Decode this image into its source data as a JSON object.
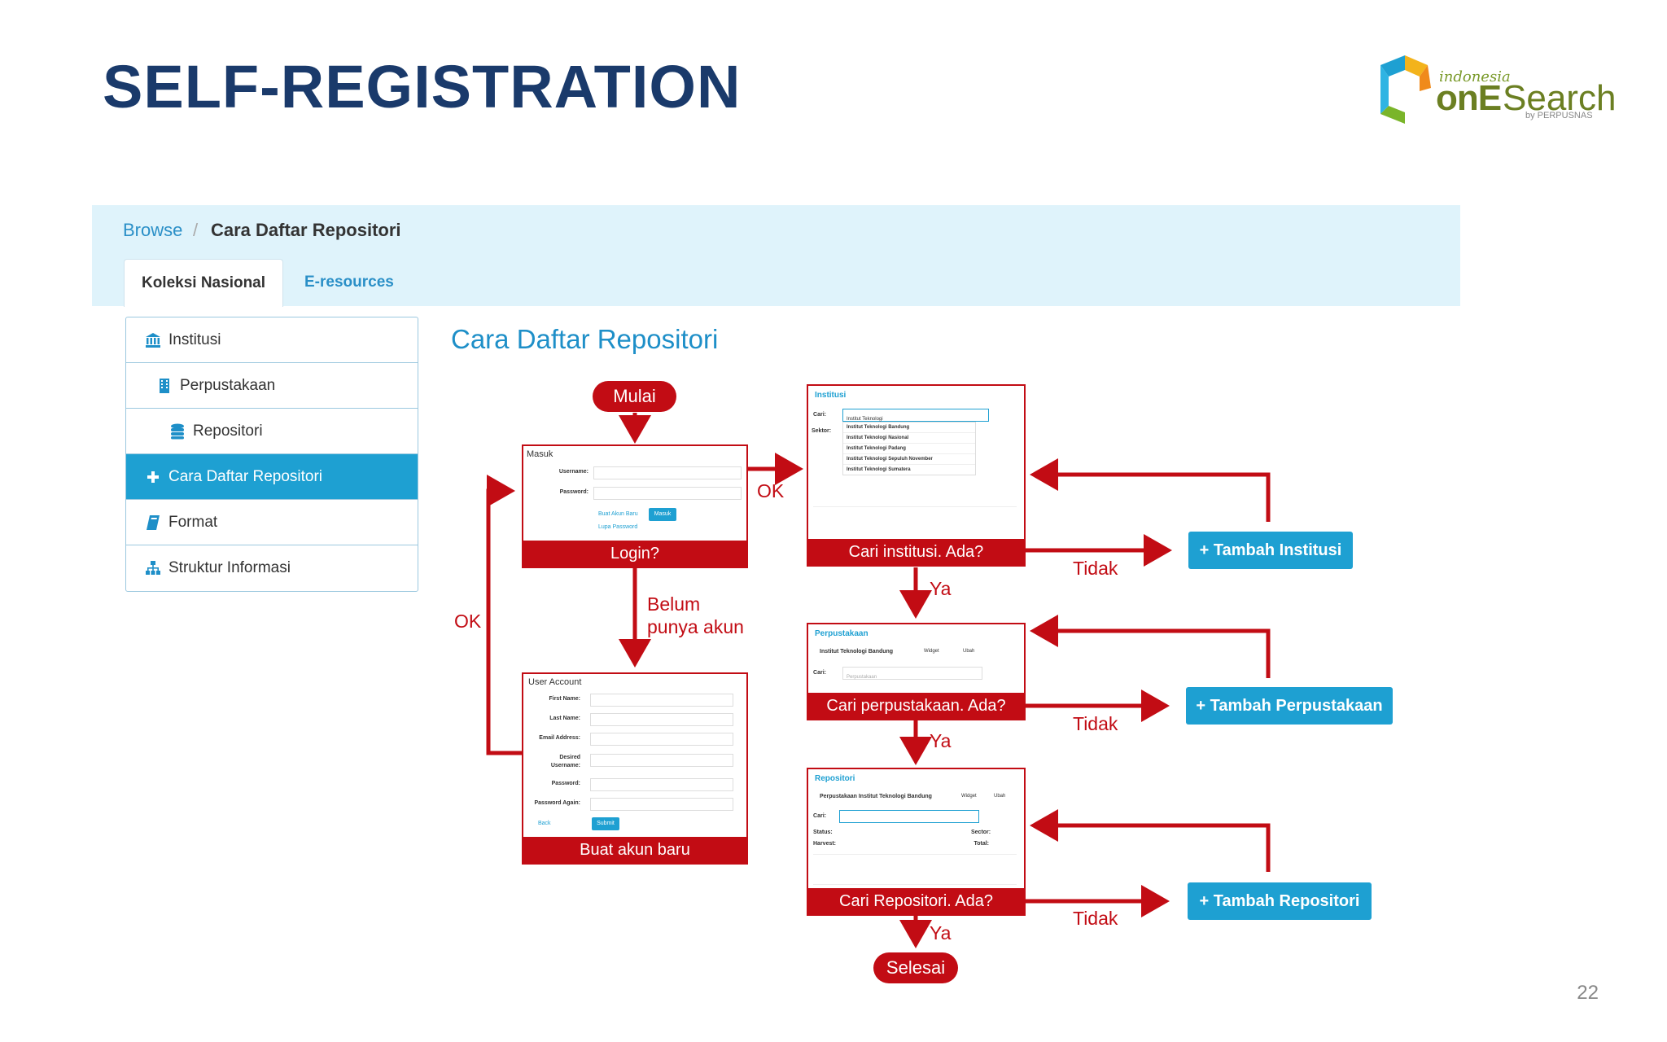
{
  "slide": {
    "title": "SELF-REGISTRATION",
    "page_number": "22",
    "logo": {
      "indonesia": "indonesia",
      "one": "onE",
      "search": "Search",
      "by": "by PERPUSNAS"
    }
  },
  "breadcrumb": {
    "browse": "Browse",
    "separator": "/",
    "current": "Cara Daftar Repositori"
  },
  "tabs": [
    {
      "label": "Koleksi Nasional"
    },
    {
      "label": "E-resources"
    }
  ],
  "sidebar": {
    "items": [
      {
        "label": "Institusi",
        "icon": "bank-icon"
      },
      {
        "label": "Perpustakaan",
        "icon": "building-icon"
      },
      {
        "label": "Repositori",
        "icon": "database-icon"
      },
      {
        "label": "Cara Daftar Repositori",
        "icon": "plus-icon",
        "active": true
      },
      {
        "label": "Format",
        "icon": "book-icon"
      },
      {
        "label": "Struktur Informasi",
        "icon": "sitemap-icon"
      }
    ]
  },
  "content": {
    "title": "Cara Daftar Repositori"
  },
  "flow": {
    "start": "Mulai",
    "end": "Selesai",
    "login_caption": "Login?",
    "create_caption": "Buat akun baru",
    "institusi_caption": "Cari institusi. Ada?",
    "perpustakaan_caption": "Cari perpustakaan. Ada?",
    "repositori_caption": "Cari Repositori. Ada?",
    "ok": "OK",
    "ok_left": "OK",
    "belum": "Belum",
    "punya_akun": "punya akun",
    "ya": "Ya",
    "tidak": "Tidak",
    "btn_institusi": "Tambah Institusi",
    "btn_perpustakaan": "Tambah Perpustakaan",
    "btn_repositori": "Tambah Repositori",
    "login_form": {
      "title": "Masuk",
      "username": "Username:",
      "password": "Password:",
      "new_account": "Buat Akun Baru",
      "forgot": "Lupa Password",
      "submit": "Masuk"
    },
    "account_form": {
      "title": "User Account",
      "first_name": "First Name:",
      "last_name": "Last Name:",
      "email": "Email Address:",
      "desired": "Desired",
      "username": "Username:",
      "password": "Password:",
      "password_again": "Password Again:",
      "back": "Back",
      "submit": "Submit"
    },
    "institusi_screen": {
      "title": "Institusi",
      "cari": "Cari:",
      "sektor": "Sektor:",
      "search_value": "Institut Teknologi",
      "suggestions": [
        "Institut Teknologi Bandung",
        "Institut Teknologi Nasional",
        "Institut Teknologi Padang",
        "Institut Teknologi Sepuluh November",
        "Institut Teknologi Sumatera"
      ]
    },
    "perpustakaan_screen": {
      "title": "Perpustakaan",
      "subtitle": "Institut Teknologi Bandung",
      "widget": "Widget",
      "ubah": "Ubah",
      "cari": "Cari:",
      "placeholder": "Perpustakaan"
    },
    "repositori_screen": {
      "title": "Repositori",
      "subtitle": "Perpustakaan Institut Teknologi Bandung",
      "widget": "Widget",
      "ubah": "Ubah",
      "cari": "Cari:",
      "status": "Status:",
      "harvest": "Harvest:",
      "sector": "Sector:",
      "total": "Total:"
    }
  },
  "colors": {
    "brand_red": "#c20c14",
    "accent_blue": "#1ea0d2",
    "title_navy": "#1a3a6b",
    "crumb_bg": "#dff3fb"
  }
}
